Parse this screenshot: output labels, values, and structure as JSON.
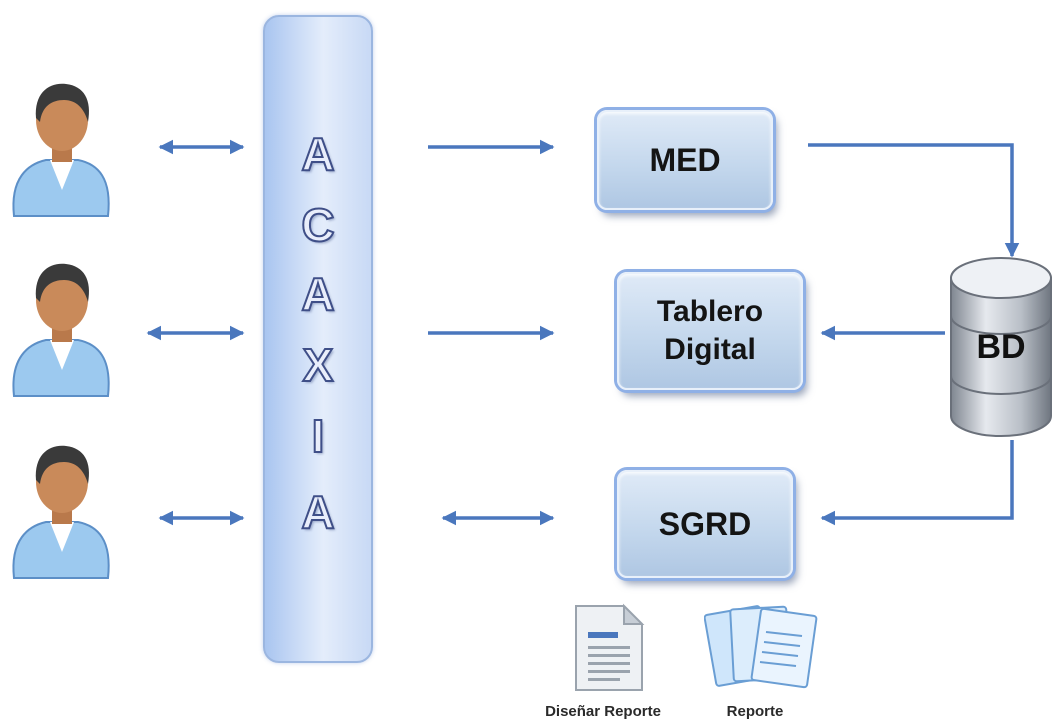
{
  "system": {
    "letters": [
      "A",
      "C",
      "A",
      "X",
      "I",
      "A"
    ]
  },
  "modules": {
    "med": "MED",
    "tablero_line1": "Tablero",
    "tablero_line2": "Digital",
    "sgrd": "SGRD"
  },
  "database": {
    "label": "BD"
  },
  "documents": {
    "design_report": "Diseñar Reporte",
    "report": "Reporte"
  },
  "colors": {
    "arrow": "#4a77bd",
    "user_shirt": "#8fc0ea",
    "user_skin": "#c98a5a",
    "user_hair": "#3a3a3a",
    "database_body": "#b9bfc7"
  },
  "icons": [
    "user-icon",
    "database-icon",
    "document-icon",
    "reports-stack-icon"
  ]
}
